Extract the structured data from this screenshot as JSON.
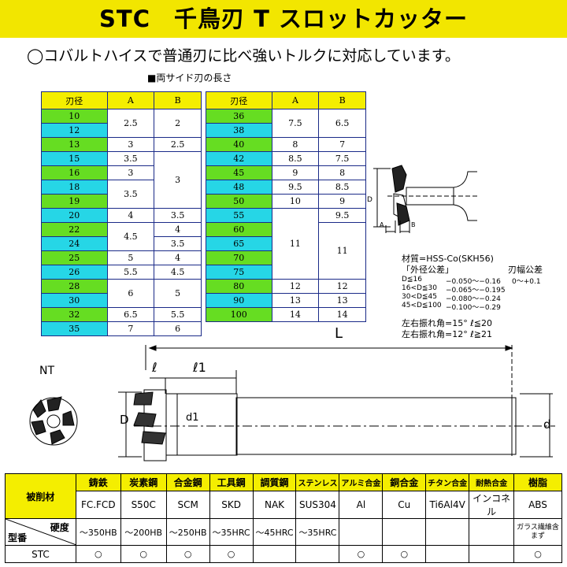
{
  "title": "STC　千鳥刃 T スロットカッター",
  "subtitle": "◯コバルトハイスで普通刃に比べ強いトルクに対応しています。",
  "ab_note": "■両サイド刃の長さ",
  "left_table": {
    "headers": [
      "刃径",
      "A",
      "B"
    ],
    "diameters": [
      "10",
      "12",
      "13",
      "15",
      "16",
      "18",
      "19",
      "20",
      "22",
      "24",
      "25",
      "26",
      "28",
      "30",
      "32",
      "35"
    ],
    "colors": [
      "g",
      "c",
      "g",
      "c",
      "g",
      "c",
      "g",
      "c",
      "g",
      "c",
      "g",
      "c",
      "g",
      "c",
      "g",
      "c"
    ],
    "a_values": [
      "2.5",
      "3",
      "3.5",
      "3",
      "3.5",
      "4",
      "4.5",
      "5",
      "5.5",
      "6",
      "6.5",
      "7"
    ],
    "b_values": [
      "2",
      "2.5",
      "3",
      "3.5",
      "4",
      "3.5",
      "4",
      "4.5",
      "5",
      "5.5",
      "6"
    ]
  },
  "right_table": {
    "headers": [
      "刃径",
      "A",
      "B"
    ],
    "diameters": [
      "36",
      "38",
      "40",
      "42",
      "45",
      "48",
      "50",
      "55",
      "60",
      "65",
      "70",
      "75",
      "80",
      "90",
      "100"
    ],
    "colors": [
      "g",
      "c",
      "g",
      "c",
      "g",
      "c",
      "g",
      "c",
      "g",
      "c",
      "g",
      "c",
      "g",
      "c",
      "g"
    ],
    "a_values": [
      "7.5",
      "8",
      "8.5",
      "9",
      "9.5",
      "10",
      "11",
      "12",
      "13",
      "14"
    ],
    "b_values": [
      "6.5",
      "7",
      "7.5",
      "8",
      "8.5",
      "9",
      "9.5",
      "11",
      "12",
      "13",
      "14"
    ]
  },
  "specs": {
    "material": "材質=HSS-Co(SKH56)",
    "od_tolerance_title": "「外径公差」",
    "width_tolerance_title": "刃幅公差",
    "width_tolerance_value": "0〜+0.1",
    "od_rows": [
      {
        "range": "D≦16",
        "tol": "−0.050〜−0.16"
      },
      {
        "range": "16<D≦30",
        "tol": "−0.065〜−0.195"
      },
      {
        "range": "30<D≦45",
        "tol": "−0.080〜−0.24"
      },
      {
        "range": "45<D≦100",
        "tol": "−0.100〜−0.29"
      }
    ],
    "runout1": "左右振れ角=15°  ℓ≦20",
    "runout2": "左右振れ角=12°  ℓ≧21",
    "L_label": "L"
  },
  "drawing": {
    "nt": "NT",
    "ell": "ℓ",
    "ell1": "ℓ1",
    "D": "D",
    "d": "d",
    "d1": "d1",
    "A": "A",
    "B": "B"
  },
  "materials": {
    "row_label": "被削材",
    "type_label": "型番",
    "hardness_label": "硬度",
    "series": "STC",
    "columns": [
      {
        "name": "鋳鉄",
        "grade": "FC.FCD",
        "hardness": "〜350HB",
        "mark": "○"
      },
      {
        "name": "炭素鋼",
        "grade": "S50C",
        "hardness": "〜200HB",
        "mark": "○"
      },
      {
        "name": "合金鋼",
        "grade": "SCM",
        "hardness": "〜250HB",
        "mark": "○"
      },
      {
        "name": "工具鋼",
        "grade": "SKD",
        "hardness": "〜35HRC",
        "mark": "○"
      },
      {
        "name": "調質鋼",
        "grade": "NAK",
        "hardness": "〜45HRC",
        "mark": ""
      },
      {
        "name": "ステンレス",
        "grade": "SUS304",
        "hardness": "〜35HRC",
        "mark": ""
      },
      {
        "name": "アルミ合金",
        "grade": "Al",
        "hardness": "",
        "mark": "○"
      },
      {
        "name": "銅合金",
        "grade": "Cu",
        "hardness": "",
        "mark": "○"
      },
      {
        "name": "チタン合金",
        "grade": "Ti6Al4V",
        "hardness": "",
        "mark": ""
      },
      {
        "name": "耐熱合金",
        "grade": "インコネル",
        "hardness": "",
        "mark": ""
      },
      {
        "name": "樹脂",
        "grade": "ABS",
        "hardness": "ガラス繊維含まず",
        "mark": "○"
      }
    ]
  }
}
